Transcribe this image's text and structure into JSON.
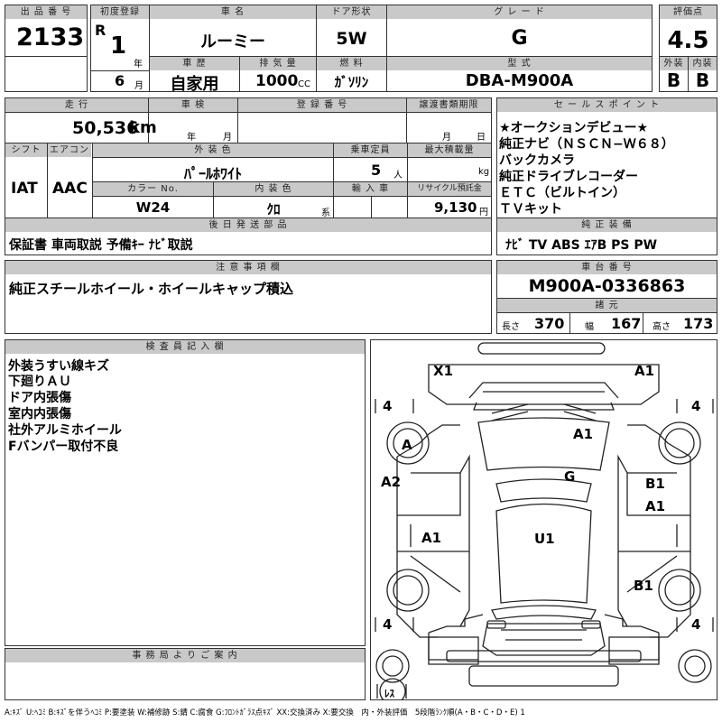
{
  "header": {
    "lot_no_label": "出 品 番 号",
    "lot_no": "2133",
    "first_reg_label": "初度登録",
    "era": "R",
    "year": "1",
    "year_unit": "年",
    "month": "6",
    "month_unit": "月",
    "car_name_label": "車 名",
    "car_name": "ルーミー",
    "door_label": "ドア形状",
    "door": "5W",
    "grade_label": "グ レ ー ド",
    "grade": "G",
    "score_label": "評価点",
    "score": "4.5",
    "history_label": "車 歴",
    "history": "自家用",
    "displacement_label": "排 気 量",
    "displacement": "1000",
    "displacement_unit": "CC",
    "fuel_label": "燃 料",
    "fuel": "ｶﾞｿﾘﾝ",
    "model_label": "型 式",
    "model": "DBA-M900A",
    "exterior_label": "外装",
    "exterior": "B",
    "interior_label": "内装",
    "interior": "B"
  },
  "row2": {
    "mileage_label": "走 行",
    "mileage": "50,536",
    "mileage_unit": "km",
    "inspection_label": "車 検",
    "insp_year_unit": "年",
    "insp_month_unit": "月",
    "reg_no_label": "登 録 番 号",
    "transfer_label": "譲渡書類期限",
    "transfer_month_unit": "月",
    "transfer_day_unit": "日",
    "shift_label": "シフト",
    "shift": "IAT",
    "ac_label": "エアコン",
    "ac": "AAC",
    "ext_color_label": "外 装 色",
    "ext_color": "ﾊﾟｰﾙﾎﾜｲﾄ",
    "capacity_label": "乗車定員",
    "capacity": "5",
    "capacity_unit": "人",
    "max_load_label": "最大積載量",
    "max_load_unit": "kg",
    "color_no_label": "カラー No.",
    "color_no": "W24",
    "int_color_label": "内 装 色",
    "int_color": "ｸﾛ",
    "int_color_unit": "系",
    "import_label": "輸 入 車",
    "recycle_label": "リサイクル預託金",
    "recycle": "9,130",
    "recycle_unit": "円"
  },
  "sales_point": {
    "label": "セ ー ル ス ポ イ ン ト",
    "lines": [
      "★オークションデビュー★",
      "純正ナビ（ＮＳＣＮ−Ｗ６８）",
      "バックカメラ",
      "純正ドライブレコーダー",
      "ＥＴＣ（ビルトイン）",
      "ＴＶキット"
    ]
  },
  "later_items": {
    "label": "後 日 発 送 部 品",
    "value": "保証書 車両取説 予備ｷｰ ﾅﾋﾞ取説"
  },
  "equipment": {
    "label": "純 正 装 備",
    "value": "ﾅﾋﾞ TV ABS ｴｱB PS PW"
  },
  "notes": {
    "label": "注 意 事 項 欄",
    "value": "純正スチールホイール・ホイールキャップ積込"
  },
  "chassis": {
    "label": "車 台 番 号",
    "value": "M900A-0336863"
  },
  "dimensions": {
    "label": "諸 元",
    "length_label": "長さ",
    "length": "370",
    "width_label": "幅",
    "width": "167",
    "height_label": "高さ",
    "height": "173"
  },
  "inspector": {
    "label": "検 査 員 記 入 欄",
    "lines": [
      "外装うすい線キズ",
      "下廻りＡＵ",
      "ドア内張傷",
      "室内内張傷",
      "社外アルミホイール",
      "Fバンパー取付不良"
    ]
  },
  "diagram": {
    "marks": [
      "X1",
      "A1",
      "A",
      "A1",
      "A2",
      "G",
      "B1",
      "A1",
      "A1",
      "U1",
      "B1"
    ],
    "tires": [
      "4",
      "4",
      "4",
      "4"
    ],
    "spare": "ﾚｽ"
  },
  "office": {
    "label": "事 務 局 よ り ご 案 内"
  },
  "legend": "A:ｷｽﾞ U:ﾍｺﾐ B:ｷｽﾞを伴うﾍｺﾐ P:要塗装 W:補修跡 S:錆 C:腐食 G:ﾌﾛﾝﾄｶﾞﾗｽ点ｷｽﾞ XX:交換済み X:要交換　内・外装評価　5段階ﾗﾝｸ順(A・B・C・D・E) 1"
}
